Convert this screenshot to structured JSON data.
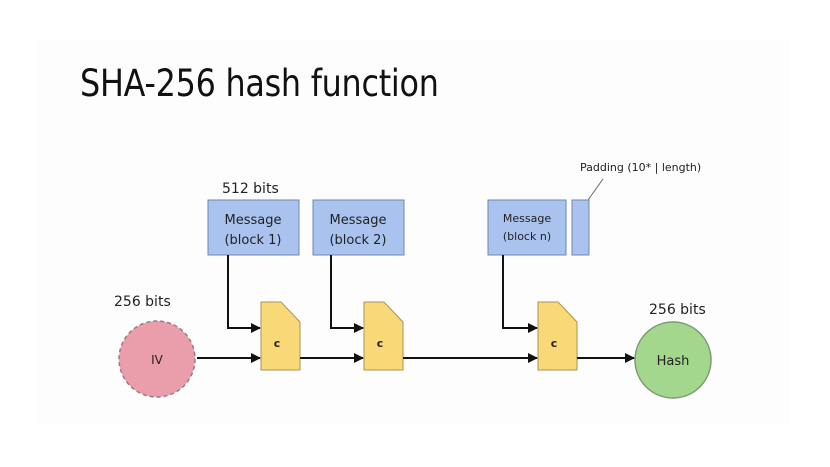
{
  "title": "SHA-256 hash function",
  "diagram": {
    "block_size_label": "512 bits",
    "iv_size_label": "256 bits",
    "hash_size_label": "256 bits",
    "padding_label": "Padding (10* | length)",
    "iv_label": "IV",
    "hash_label": "Hash",
    "message_blocks": [
      {
        "line1": "Message",
        "line2": "(block 1)"
      },
      {
        "line1": "Message",
        "line2": "(block 2)"
      },
      {
        "line1": "Message",
        "line2": "(block n)"
      }
    ],
    "compression_label": "c",
    "colors": {
      "message_fill": "#a9c3ee",
      "compression_fill": "#f9d977",
      "iv_fill": "#ea9eab",
      "hash_fill": "#a2d78d"
    }
  }
}
